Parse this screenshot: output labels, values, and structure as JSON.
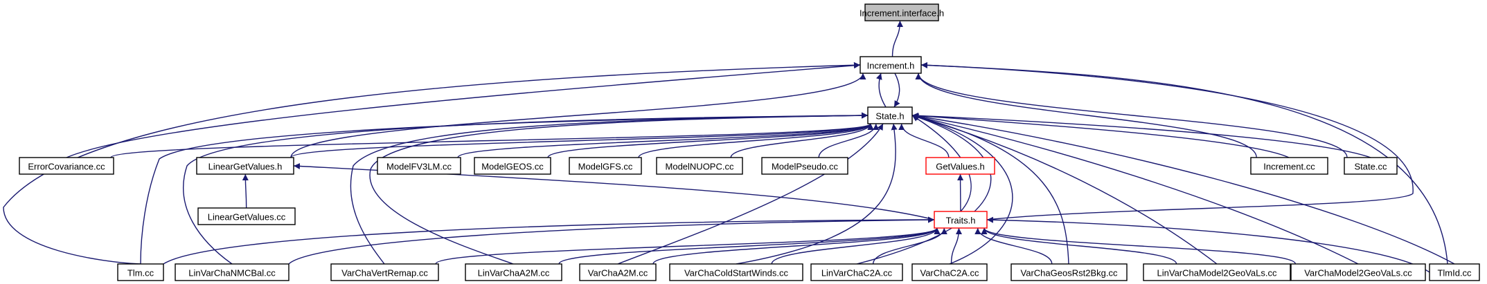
{
  "colors": {
    "edge": "#191970",
    "node_border": "#000000",
    "node_fill": "#ffffff",
    "root_fill": "#bfbfbf",
    "truncated_border": "#ff0000"
  },
  "nodes": [
    {
      "id": "increment_interface_h",
      "label": "Increment.interface.h",
      "style": "root"
    },
    {
      "id": "increment_h",
      "label": "Increment.h",
      "style": "normal"
    },
    {
      "id": "state_h",
      "label": "State.h",
      "style": "normal"
    },
    {
      "id": "errorcovariance_cc",
      "label": "ErrorCovariance.cc",
      "style": "normal"
    },
    {
      "id": "lineargetvalues_h",
      "label": "LinearGetValues.h",
      "style": "normal"
    },
    {
      "id": "lineargetvalues_cc",
      "label": "LinearGetValues.cc",
      "style": "normal"
    },
    {
      "id": "modelfv3lm_cc",
      "label": "ModelFV3LM.cc",
      "style": "normal"
    },
    {
      "id": "modelgeos_cc",
      "label": "ModelGEOS.cc",
      "style": "normal"
    },
    {
      "id": "modelgfs_cc",
      "label": "ModelGFS.cc",
      "style": "normal"
    },
    {
      "id": "modelnuopc_cc",
      "label": "ModelNUOPC.cc",
      "style": "normal"
    },
    {
      "id": "modelpseudo_cc",
      "label": "ModelPseudo.cc",
      "style": "normal"
    },
    {
      "id": "getvalues_h",
      "label": "GetValues.h",
      "style": "truncated"
    },
    {
      "id": "traits_h",
      "label": "Traits.h",
      "style": "truncated"
    },
    {
      "id": "increment_cc",
      "label": "Increment.cc",
      "style": "normal"
    },
    {
      "id": "state_cc",
      "label": "State.cc",
      "style": "normal"
    },
    {
      "id": "tlm_cc",
      "label": "Tlm.cc",
      "style": "normal"
    },
    {
      "id": "linvarchanmcbal_cc",
      "label": "LinVarChaNMCBal.cc",
      "style": "normal"
    },
    {
      "id": "varchavertremap_cc",
      "label": "VarChaVertRemap.cc",
      "style": "normal"
    },
    {
      "id": "linvarchaa2m_cc",
      "label": "LinVarChaA2M.cc",
      "style": "normal"
    },
    {
      "id": "varchaa2m_cc",
      "label": "VarChaA2M.cc",
      "style": "normal"
    },
    {
      "id": "varchacoldstartwinds_cc",
      "label": "VarChaColdStartWinds.cc",
      "style": "normal"
    },
    {
      "id": "linvarchac2a_cc",
      "label": "LinVarChaC2A.cc",
      "style": "normal"
    },
    {
      "id": "varchac2a_cc",
      "label": "VarChaC2A.cc",
      "style": "normal"
    },
    {
      "id": "varchageosrst2bkg_cc",
      "label": "VarChaGeosRst2Bkg.cc",
      "style": "normal"
    },
    {
      "id": "linvarchamodel2geovals_cc",
      "label": "LinVarChaModel2GeoVaLs.cc",
      "style": "normal"
    },
    {
      "id": "varchamodel2geovals_cc",
      "label": "VarChaModel2GeoVaLs.cc",
      "style": "normal"
    },
    {
      "id": "tlmid_cc",
      "label": "TlmId.cc",
      "style": "normal"
    }
  ],
  "edges": [
    {
      "from": "increment_interface_h",
      "to": "increment_h"
    },
    {
      "from": "increment_h",
      "to": "state_h"
    },
    {
      "from": "state_h",
      "to": "increment_h"
    },
    {
      "from": "increment_h",
      "to": "errorcovariance_cc"
    },
    {
      "from": "increment_h",
      "to": "lineargetvalues_h"
    },
    {
      "from": "increment_h",
      "to": "increment_cc"
    },
    {
      "from": "increment_h",
      "to": "state_cc"
    },
    {
      "from": "increment_h",
      "to": "tlm_cc"
    },
    {
      "from": "increment_h",
      "to": "traits_h"
    },
    {
      "from": "increment_h",
      "to": "tlmid_cc"
    },
    {
      "from": "state_h",
      "to": "errorcovariance_cc"
    },
    {
      "from": "state_h",
      "to": "lineargetvalues_h"
    },
    {
      "from": "state_h",
      "to": "modelfv3lm_cc"
    },
    {
      "from": "state_h",
      "to": "modelgeos_cc"
    },
    {
      "from": "state_h",
      "to": "modelgfs_cc"
    },
    {
      "from": "state_h",
      "to": "modelnuopc_cc"
    },
    {
      "from": "state_h",
      "to": "modelpseudo_cc"
    },
    {
      "from": "state_h",
      "to": "getvalues_h"
    },
    {
      "from": "state_h",
      "to": "traits_h"
    },
    {
      "from": "state_h",
      "to": "increment_cc"
    },
    {
      "from": "state_h",
      "to": "state_cc"
    },
    {
      "from": "state_h",
      "to": "tlm_cc"
    },
    {
      "from": "state_h",
      "to": "linvarchanmcbal_cc"
    },
    {
      "from": "state_h",
      "to": "varchavertremap_cc"
    },
    {
      "from": "state_h",
      "to": "linvarchaa2m_cc"
    },
    {
      "from": "state_h",
      "to": "varchaa2m_cc"
    },
    {
      "from": "state_h",
      "to": "varchacoldstartwinds_cc"
    },
    {
      "from": "state_h",
      "to": "linvarchac2a_cc"
    },
    {
      "from": "state_h",
      "to": "varchac2a_cc"
    },
    {
      "from": "state_h",
      "to": "varchageosrst2bkg_cc"
    },
    {
      "from": "state_h",
      "to": "linvarchamodel2geovals_cc"
    },
    {
      "from": "state_h",
      "to": "varchamodel2geovals_cc"
    },
    {
      "from": "state_h",
      "to": "tlmid_cc"
    },
    {
      "from": "lineargetvalues_h",
      "to": "lineargetvalues_cc"
    },
    {
      "from": "lineargetvalues_h",
      "to": "traits_h"
    },
    {
      "from": "getvalues_h",
      "to": "traits_h"
    },
    {
      "from": "traits_h",
      "to": "tlm_cc"
    },
    {
      "from": "traits_h",
      "to": "linvarchanmcbal_cc"
    },
    {
      "from": "traits_h",
      "to": "varchavertremap_cc"
    },
    {
      "from": "traits_h",
      "to": "linvarchaa2m_cc"
    },
    {
      "from": "traits_h",
      "to": "varchaa2m_cc"
    },
    {
      "from": "traits_h",
      "to": "varchacoldstartwinds_cc"
    },
    {
      "from": "traits_h",
      "to": "linvarchac2a_cc"
    },
    {
      "from": "traits_h",
      "to": "varchac2a_cc"
    },
    {
      "from": "traits_h",
      "to": "varchageosrst2bkg_cc"
    },
    {
      "from": "traits_h",
      "to": "linvarchamodel2geovals_cc"
    },
    {
      "from": "traits_h",
      "to": "varchamodel2geovals_cc"
    },
    {
      "from": "traits_h",
      "to": "tlmid_cc"
    }
  ]
}
